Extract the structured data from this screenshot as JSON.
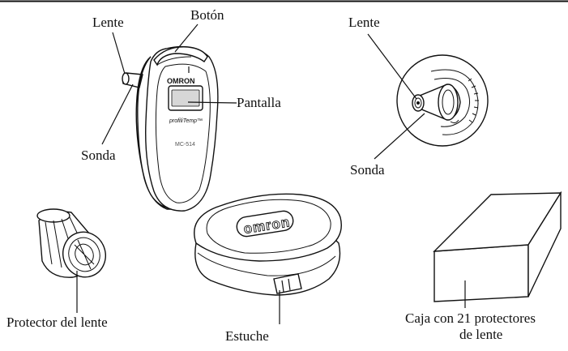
{
  "figure": {
    "labels": {
      "lente_top_left": "Lente",
      "boton": "Botón",
      "pantalla": "Pantalla",
      "sonda_left": "Sonda",
      "lente_top_right": "Lente",
      "sonda_right": "Sonda",
      "protector": "Protector del lente",
      "estuche": "Estuche",
      "caja_line1": "Caja con 21 protectores",
      "caja_line2": "de lente"
    },
    "device_marks": {
      "brand": "OMRON",
      "product": "profiliTemp™",
      "model": "MC-514",
      "case_brand": "omron"
    }
  }
}
